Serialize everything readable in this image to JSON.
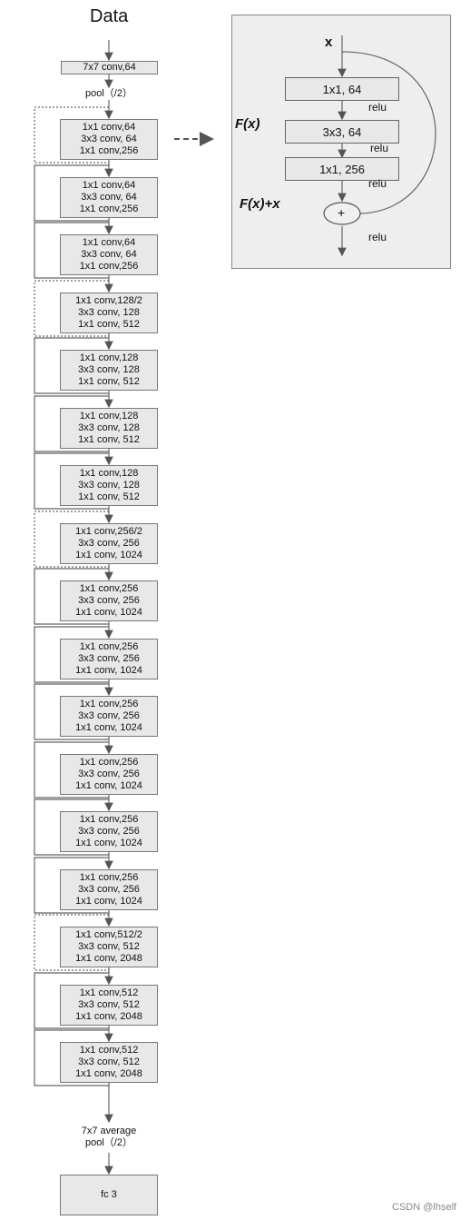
{
  "title": "Data",
  "stem": {
    "conv": "7x7 conv,64",
    "pool": "pool（/2）"
  },
  "blocks": [
    [
      "1x1 conv,64",
      "3x3 conv, 64",
      "1x1 conv,256"
    ],
    [
      "1x1 conv,64",
      "3x3 conv, 64",
      "1x1 conv,256"
    ],
    [
      "1x1 conv,64",
      "3x3 conv, 64",
      "1x1 conv,256"
    ],
    [
      "1x1 conv,128/2",
      "3x3 conv, 128",
      "1x1 conv, 512"
    ],
    [
      "1x1 conv,128",
      "3x3 conv, 128",
      "1x1 conv, 512"
    ],
    [
      "1x1 conv,128",
      "3x3 conv, 128",
      "1x1 conv, 512"
    ],
    [
      "1x1 conv,128",
      "3x3 conv, 128",
      "1x1 conv, 512"
    ],
    [
      "1x1 conv,256/2",
      "3x3 conv, 256",
      "1x1 conv, 1024"
    ],
    [
      "1x1 conv,256",
      "3x3 conv, 256",
      "1x1 conv, 1024"
    ],
    [
      "1x1 conv,256",
      "3x3 conv, 256",
      "1x1 conv, 1024"
    ],
    [
      "1x1 conv,256",
      "3x3 conv, 256",
      "1x1 conv, 1024"
    ],
    [
      "1x1 conv,256",
      "3x3 conv, 256",
      "1x1 conv, 1024"
    ],
    [
      "1x1 conv,256",
      "3x3 conv, 256",
      "1x1 conv, 1024"
    ],
    [
      "1x1 conv,256",
      "3x3 conv, 256",
      "1x1 conv, 1024"
    ],
    [
      "1x1 conv,512/2",
      "3x3 conv, 512",
      "1x1 conv, 2048"
    ],
    [
      "1x1 conv,512",
      "3x3 conv, 512",
      "1x1 conv, 2048"
    ],
    [
      "1x1 conv,512",
      "3x3 conv, 512",
      "1x1 conv, 2048"
    ]
  ],
  "final_pool": [
    "7x7 average",
    "pool（/2）"
  ],
  "fc": "fc 3",
  "detail": {
    "input": "x",
    "fx": "F(x)",
    "fxx": "F(x)+x",
    "layers": [
      "1x1, 64",
      "3x3, 64",
      "1x1, 256"
    ],
    "relu": "relu",
    "plus": "+"
  },
  "watermark": "CSDN @lhself"
}
